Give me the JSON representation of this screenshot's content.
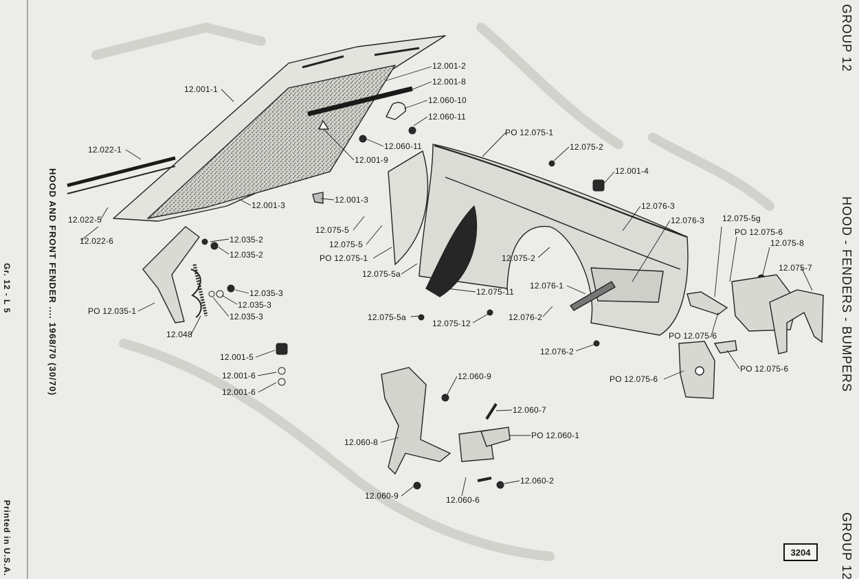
{
  "header": {
    "group_top": "GROUP 12",
    "group_bottom": "GROUP 12",
    "section_title": "HOOD - FENDERS - BUMPERS",
    "left_title": "HOOD AND FRONT FENDER .... 1968/70 (30/70)",
    "page_ref": "Gr. 12 - L 5",
    "printed": "Printed in U.S.A.",
    "page_number": "3204"
  },
  "callouts": [
    {
      "id": "c1",
      "text": "12.001-2"
    },
    {
      "id": "c2",
      "text": "12.001-8"
    },
    {
      "id": "c3",
      "text": "12.060-10"
    },
    {
      "id": "c4",
      "text": "12.060-11"
    },
    {
      "id": "c5",
      "text": "12.001-1"
    },
    {
      "id": "c6",
      "text": "PO 12.075-1"
    },
    {
      "id": "c7",
      "text": "12.060-11"
    },
    {
      "id": "c8",
      "text": "12.075-2"
    },
    {
      "id": "c9",
      "text": "12.022-1"
    },
    {
      "id": "c10",
      "text": "12.001-9"
    },
    {
      "id": "c11",
      "text": "12.001-4"
    },
    {
      "id": "c12",
      "text": "12.001-3"
    },
    {
      "id": "c13",
      "text": "12.001-3"
    },
    {
      "id": "c14",
      "text": "12.076-3"
    },
    {
      "id": "c15",
      "text": "12.076-3"
    },
    {
      "id": "c16",
      "text": "12.075-5g"
    },
    {
      "id": "c17",
      "text": "12.022-5"
    },
    {
      "id": "c18",
      "text": "12.075-5"
    },
    {
      "id": "c19",
      "text": "PO 12.075-6"
    },
    {
      "id": "c20",
      "text": "12.022-6"
    },
    {
      "id": "c21",
      "text": "12.035-2"
    },
    {
      "id": "c22",
      "text": "12.075-5"
    },
    {
      "id": "c23",
      "text": "12.075-8"
    },
    {
      "id": "c24",
      "text": "12.035-2"
    },
    {
      "id": "c25",
      "text": "PO 12.075-1"
    },
    {
      "id": "c26",
      "text": "12.075-2"
    },
    {
      "id": "c27",
      "text": "12.075-7"
    },
    {
      "id": "c28",
      "text": "12.075-5a"
    },
    {
      "id": "c29",
      "text": "12.076-1"
    },
    {
      "id": "c30",
      "text": "12.075-11"
    },
    {
      "id": "c31",
      "text": "12.035-3"
    },
    {
      "id": "c32",
      "text": "12.035-3"
    },
    {
      "id": "c33",
      "text": "PO 12.035-1"
    },
    {
      "id": "c34",
      "text": "12.035-3"
    },
    {
      "id": "c35",
      "text": "12.075-5a"
    },
    {
      "id": "c36",
      "text": "12.075-12"
    },
    {
      "id": "c37",
      "text": "12.076-2"
    },
    {
      "id": "c38",
      "text": "12.048"
    },
    {
      "id": "c39",
      "text": "PO 12.075-6"
    },
    {
      "id": "c40",
      "text": "PO 12.075-6"
    },
    {
      "id": "c41",
      "text": "12.076-2"
    },
    {
      "id": "c42",
      "text": "12.001-5"
    },
    {
      "id": "c43",
      "text": "PO 12.075-6"
    },
    {
      "id": "c44",
      "text": "12.060-9"
    },
    {
      "id": "c45",
      "text": "12.001-6"
    },
    {
      "id": "c46",
      "text": "12.001-6"
    },
    {
      "id": "c47",
      "text": "12.060-7"
    },
    {
      "id": "c48",
      "text": "PO 12.060-1"
    },
    {
      "id": "c49",
      "text": "12.060-8"
    },
    {
      "id": "c50",
      "text": "12.060-2"
    },
    {
      "id": "c51",
      "text": "12.060-9"
    },
    {
      "id": "c52",
      "text": "12.060-6"
    }
  ]
}
